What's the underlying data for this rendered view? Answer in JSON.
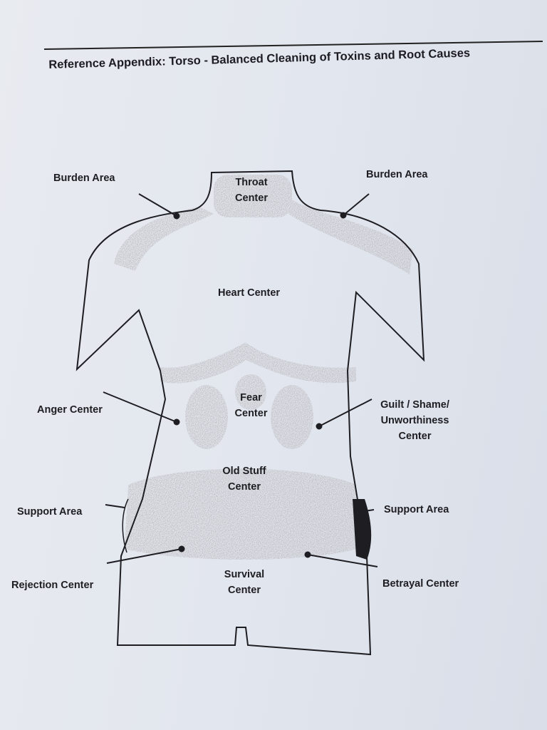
{
  "title": "Reference Appendix: Torso - Balanced Cleaning of Toxins and Root Causes",
  "labels": {
    "burden_left": "Burden Area",
    "burden_right": "Burden Area",
    "throat": "Throat Center",
    "heart": "Heart Center",
    "anger": "Anger Center",
    "fear": "Fear Center",
    "guilt": "Guilt / Shame/ Unworthiness Center",
    "old_stuff": "Old Stuff Center",
    "support_left": "Support Area",
    "support_right": "Support Area",
    "rejection": "Rejection Center",
    "survival": "Survival Center",
    "betrayal": "Betrayal Center"
  },
  "colors": {
    "ink": "#1d1d22",
    "stipple": "#8a8d93"
  }
}
